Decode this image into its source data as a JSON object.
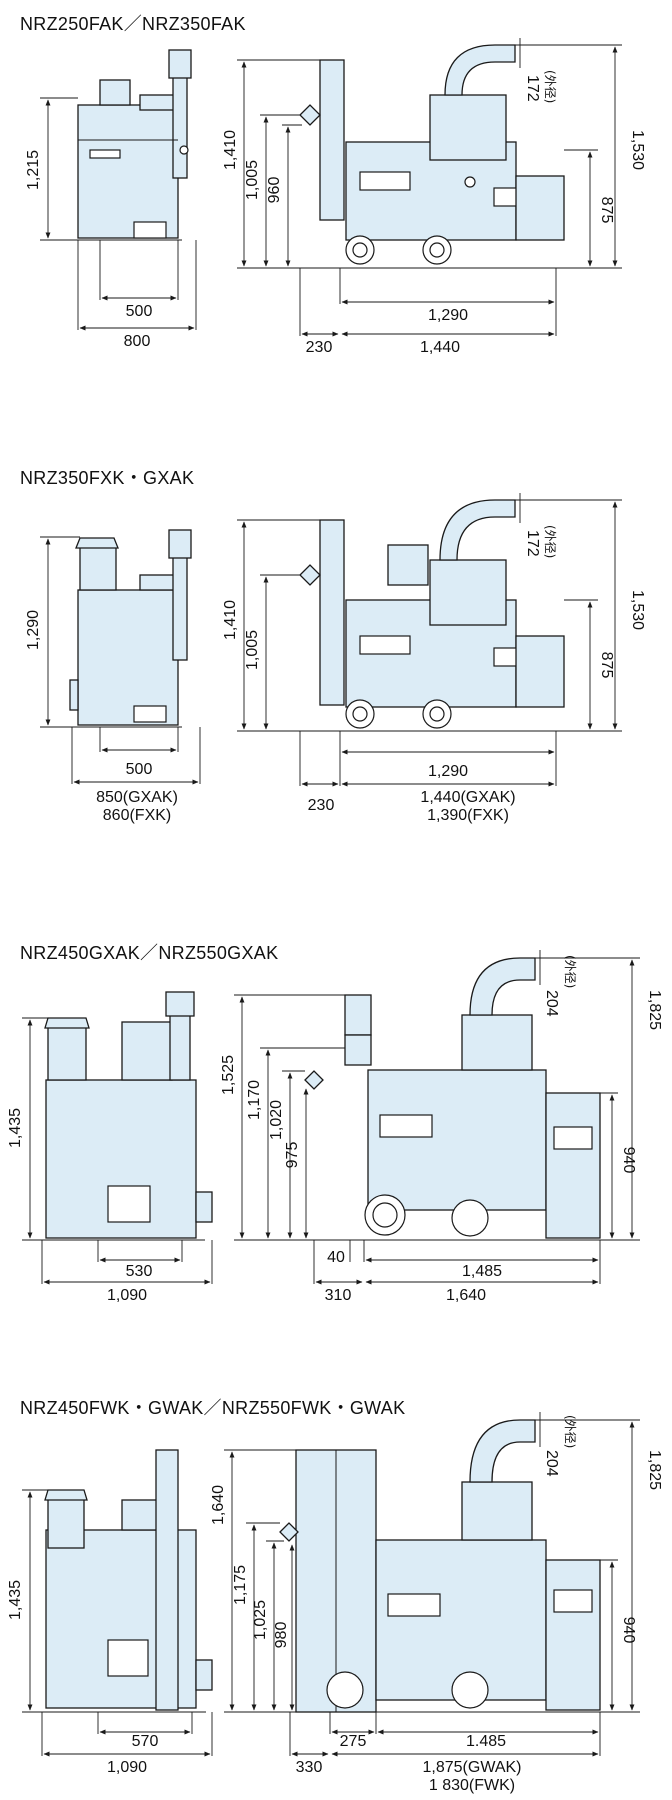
{
  "sections": [
    {
      "title": "NRZ250FAK／NRZ350FAK",
      "side": {
        "height": "1,215",
        "base": "500",
        "total": "800"
      },
      "front": {
        "h1": "1,410",
        "h2": "1,005",
        "h3": "960",
        "h_total": "1,530",
        "h_right": "875",
        "duct": "172",
        "duct_note": "(外径)",
        "w1": "1,290",
        "w_left": "230",
        "w_total": "1,440"
      }
    },
    {
      "title": "NRZ350FXK・GXAK",
      "side": {
        "height": "1,290",
        "base": "500",
        "total_1": "850(GXAK)",
        "total_2": "860(FXK)"
      },
      "front": {
        "h1": "1,410",
        "h2": "1,005",
        "h_total": "1,530",
        "h_right": "875",
        "duct": "172",
        "duct_note": "(外径)",
        "w1": "1,290",
        "w_left": "230",
        "w_total_1": "1,440(GXAK)",
        "w_total_2": "1,390(FXK)"
      }
    },
    {
      "title": "NRZ450GXAK／NRZ550GXAK",
      "side": {
        "height": "1,435",
        "base": "530",
        "total": "1,090"
      },
      "front": {
        "h1": "1,525",
        "h2": "1,170",
        "h3": "1,020",
        "h4": "975",
        "h_total": "1,825",
        "h_right": "940",
        "duct": "204",
        "duct_note": "(外径)",
        "w_small": "40",
        "w1": "1,485",
        "w_left": "310",
        "w_total": "1,640"
      }
    },
    {
      "title": "NRZ450FWK・GWAK／NRZ550FWK・GWAK",
      "side": {
        "height": "1,435",
        "base": "570",
        "total": "1,090"
      },
      "front": {
        "h1": "1,640",
        "h2": "1,175",
        "h3": "1,025",
        "h4": "980",
        "h_total": "1,825",
        "h_right": "940",
        "duct": "204",
        "duct_note": "(外径)",
        "w_small": "275",
        "w1": "1.485",
        "w_left": "330",
        "w_total_1": "1,875(GWAK)",
        "w_total_2": "1 830(FWK)"
      }
    }
  ],
  "colors": {
    "machine_fill": "#dcecf6",
    "line": "#1a1a1a"
  }
}
